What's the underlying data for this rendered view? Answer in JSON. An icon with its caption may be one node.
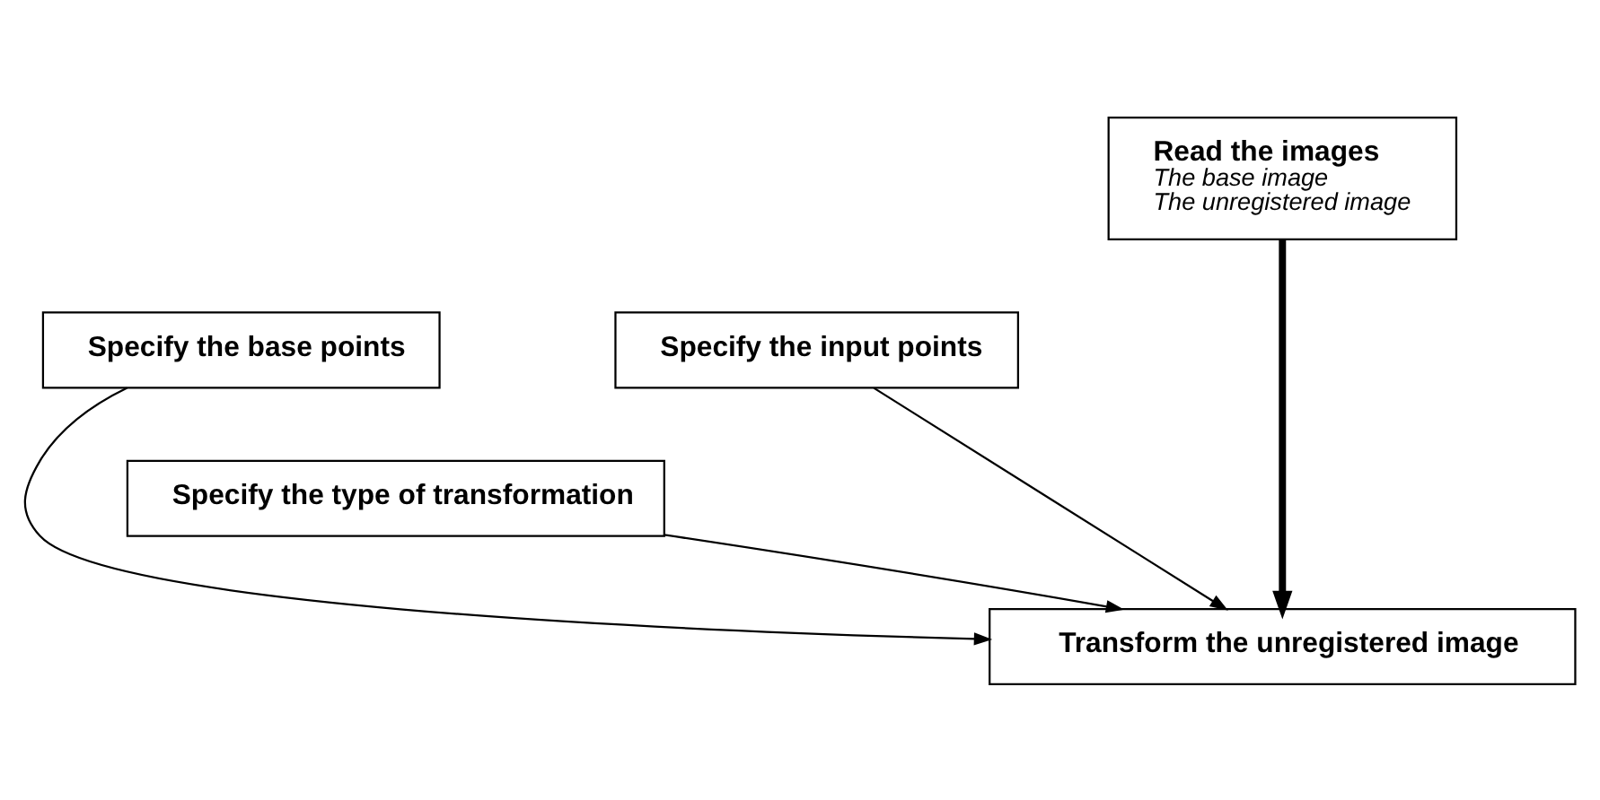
{
  "diagram": {
    "nodes": [
      {
        "text": [
          "Read the images",
          "The base image",
          "The unregistered image"
        ]
      },
      {
        "text": [
          "Specify the base points"
        ]
      },
      {
        "text": [
          "Specify the input points"
        ]
      },
      {
        "text": [
          "Specify the type of transformation"
        ]
      },
      {
        "text": [
          "Transform the unregistered image"
        ]
      }
    ],
    "edges": [
      {
        "from": 0,
        "to": 4,
        "arrow": "to",
        "style": "thick"
      },
      {
        "from": 1,
        "to": 4,
        "arrow": "to"
      },
      {
        "from": 2,
        "to": 4,
        "arrow": "to"
      },
      {
        "from": 3,
        "to": 4,
        "arrow": "to"
      }
    ]
  }
}
